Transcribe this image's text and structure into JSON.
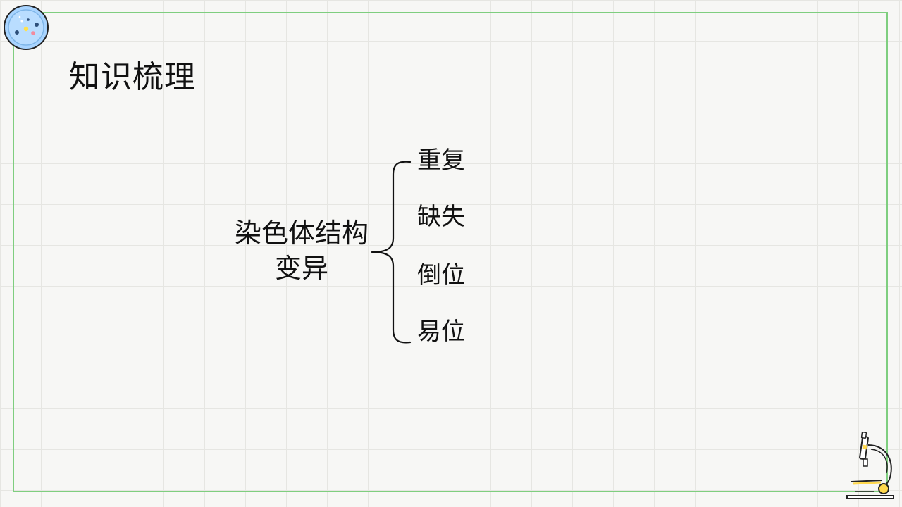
{
  "slide": {
    "title": "知识梳理"
  },
  "diagram": {
    "root": {
      "line1": "染色体结构",
      "line2": "变异"
    },
    "branches": [
      "重复",
      "缺失",
      "倒位",
      "易位"
    ]
  },
  "decor": {
    "top_left_icon": "petri-dish-icon",
    "bottom_right_icon": "microscope-icon",
    "frame_color": "#7fce7f",
    "grid_color": "#e6e6e2"
  }
}
